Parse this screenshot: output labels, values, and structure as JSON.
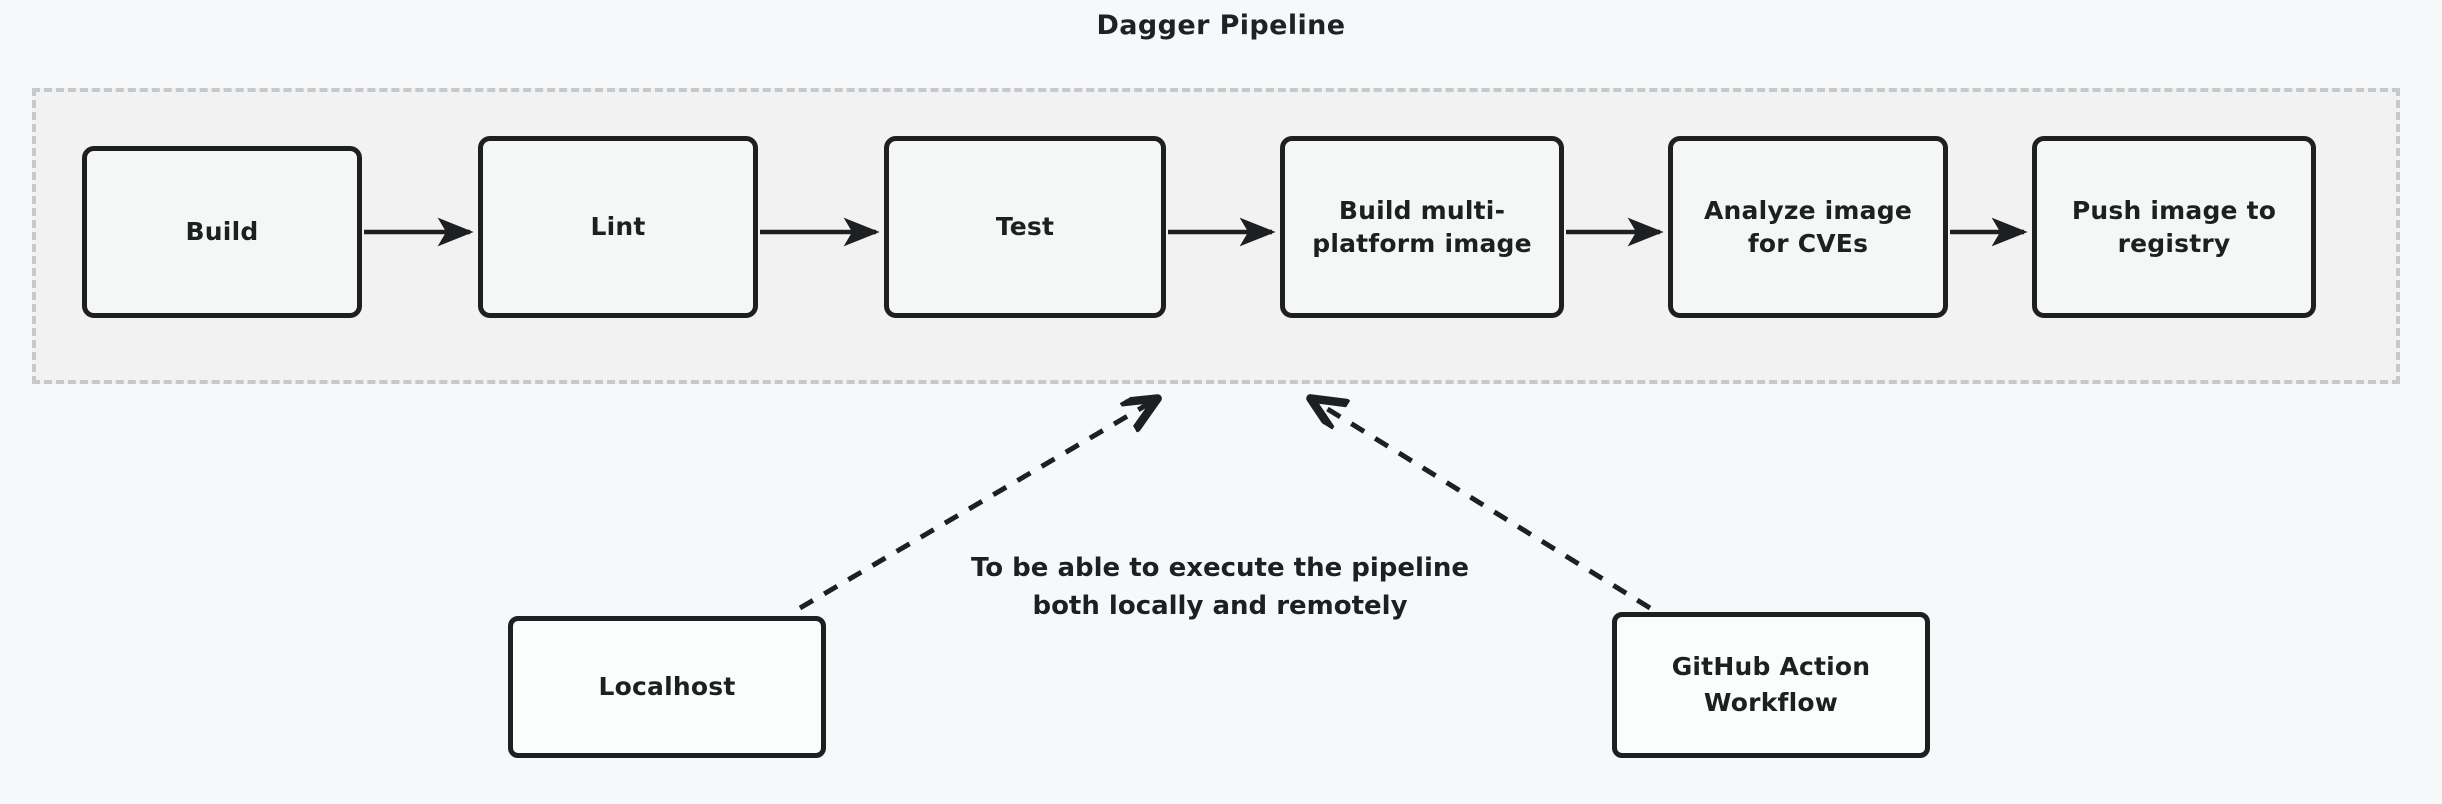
{
  "title": "Dagger Pipeline",
  "colors": {
    "page_background": "#f7f8fa",
    "group_fill": "#f1f2f1",
    "group_border": "#c5c9cb",
    "box_stroke": "#1d1f21",
    "box_fill": "#f5f6f6",
    "text": "#1d1f21",
    "connector": "#1d1f21"
  },
  "pipeline": {
    "stages": [
      {
        "id": "build",
        "label": "Build"
      },
      {
        "id": "lint",
        "label": "Lint"
      },
      {
        "id": "test",
        "label": "Test"
      },
      {
        "id": "build-multi-platform-image",
        "label": "Build multi-\nplatform image"
      },
      {
        "id": "analyze-image-for-cves",
        "label": "Analyze image\nfor CVEs"
      },
      {
        "id": "push-image-to-registry",
        "label": "Push image to\nregistry"
      }
    ],
    "connector_type": "solid-arrow",
    "connector_count": 5
  },
  "executors": [
    {
      "id": "localhost",
      "label": "Localhost"
    },
    {
      "id": "github-action-workflow",
      "label": "GitHub Action\nWorkflow"
    }
  ],
  "caption": "To be able to execute the pipeline\nboth locally and remotely",
  "executor_connector_type": "dashed-arrow"
}
